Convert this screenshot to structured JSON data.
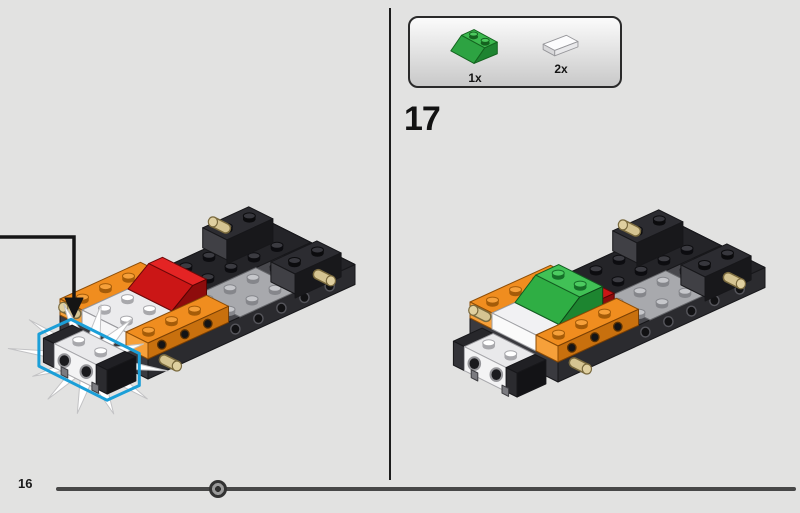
{
  "step": {
    "number": "17"
  },
  "page": {
    "number": "16"
  },
  "parts_callout": {
    "items": [
      {
        "part": "green-slope-brick-2x2",
        "count": "1x",
        "color": "#3cb94f"
      },
      {
        "part": "white-tile-1x2",
        "count": "2x",
        "color": "#fcfcfd"
      }
    ]
  },
  "progress": {
    "fraction": 0.22
  },
  "colors": {
    "background": "#e2e2e1",
    "highlight_blue": "#1b9fd8",
    "brick_orange": "#f08d1f",
    "brick_green": "#2fae44",
    "brick_red": "#cb1616",
    "pin_tan": "#d5c492",
    "divider": "#1c1c1c"
  }
}
